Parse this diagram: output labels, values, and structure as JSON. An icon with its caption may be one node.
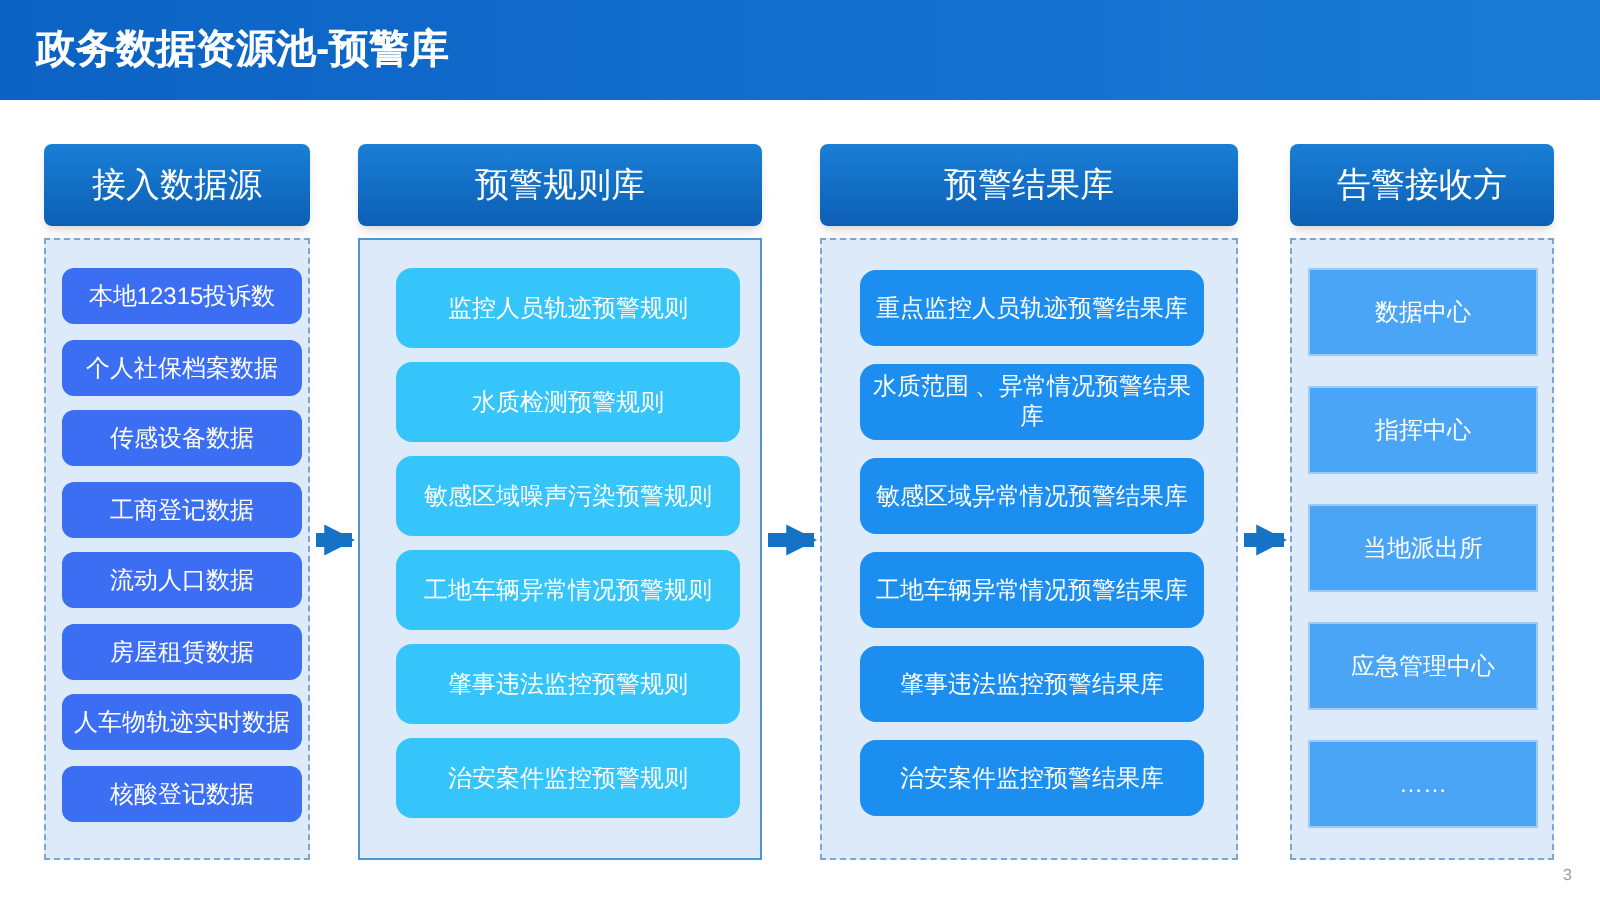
{
  "diagram": {
    "title": "政务数据资源池-预警库",
    "nodes": [
      {
        "text": [
          "接入数据源"
        ]
      },
      {
        "text": [],
        "shape": "box"
      },
      {
        "text": [
          "本地12315投诉数"
        ],
        "in": 1
      },
      {
        "text": [
          "个人社保档案数据"
        ],
        "in": 1
      },
      {
        "text": [
          "传感设备数据"
        ],
        "in": 1
      },
      {
        "text": [
          "工商登记数据"
        ],
        "in": 1
      },
      {
        "text": [
          "流动人口数据"
        ],
        "in": 1
      },
      {
        "text": [
          "房屋租赁数据"
        ],
        "in": 1
      },
      {
        "text": [
          "人车物轨迹实时数据"
        ],
        "in": 1
      },
      {
        "text": [
          "核酸登记数据"
        ],
        "in": 1
      },
      {
        "text": [
          "预警规则库"
        ]
      },
      {
        "text": [],
        "shape": "box"
      },
      {
        "text": [
          "监控人员轨迹预警规则"
        ],
        "in": 11
      },
      {
        "text": [
          "水质检测预警规则"
        ],
        "in": 11
      },
      {
        "text": [
          "敏感区域噪声污染预警规则"
        ],
        "in": 11
      },
      {
        "text": [
          "工地车辆异常情况预警规则"
        ],
        "in": 11
      },
      {
        "text": [
          "肇事违法监控预警规则"
        ],
        "in": 11
      },
      {
        "text": [
          "治安案件监控预警规则"
        ],
        "in": 11
      },
      {
        "text": [
          "预警结果库"
        ]
      },
      {
        "text": [],
        "shape": "box"
      },
      {
        "text": [
          "重点监控人员轨迹预警结果库"
        ],
        "in": 19
      },
      {
        "text": [
          "水质范围 、异常情况预警结果库"
        ],
        "in": 19
      },
      {
        "text": [
          "敏感区域异常情况预警结果库"
        ],
        "in": 19
      },
      {
        "text": [
          "工地车辆异常情况预警结果库"
        ],
        "in": 19
      },
      {
        "text": [
          "肇事违法监控预警结果库"
        ],
        "in": 19
      },
      {
        "text": [
          "治安案件监控预警结果库"
        ],
        "in": 19
      },
      {
        "text": [
          "告警接收方"
        ]
      },
      {
        "text": [],
        "shape": "box"
      },
      {
        "text": [
          "数据中心"
        ],
        "in": 27
      },
      {
        "text": [
          "指挥中心"
        ],
        "in": 27
      },
      {
        "text": [
          "当地派出所"
        ],
        "in": 27
      },
      {
        "text": [
          "应急管理中心"
        ],
        "in": 27
      },
      {
        "text": [
          "……"
        ],
        "in": 27
      }
    ],
    "edges": [
      {
        "from": 1,
        "to": 11,
        "arrow": "to"
      },
      {
        "from": 11,
        "to": 19,
        "arrow": "to"
      },
      {
        "from": 19,
        "to": 27,
        "arrow": "to"
      }
    ],
    "labels": [
      "3"
    ]
  }
}
